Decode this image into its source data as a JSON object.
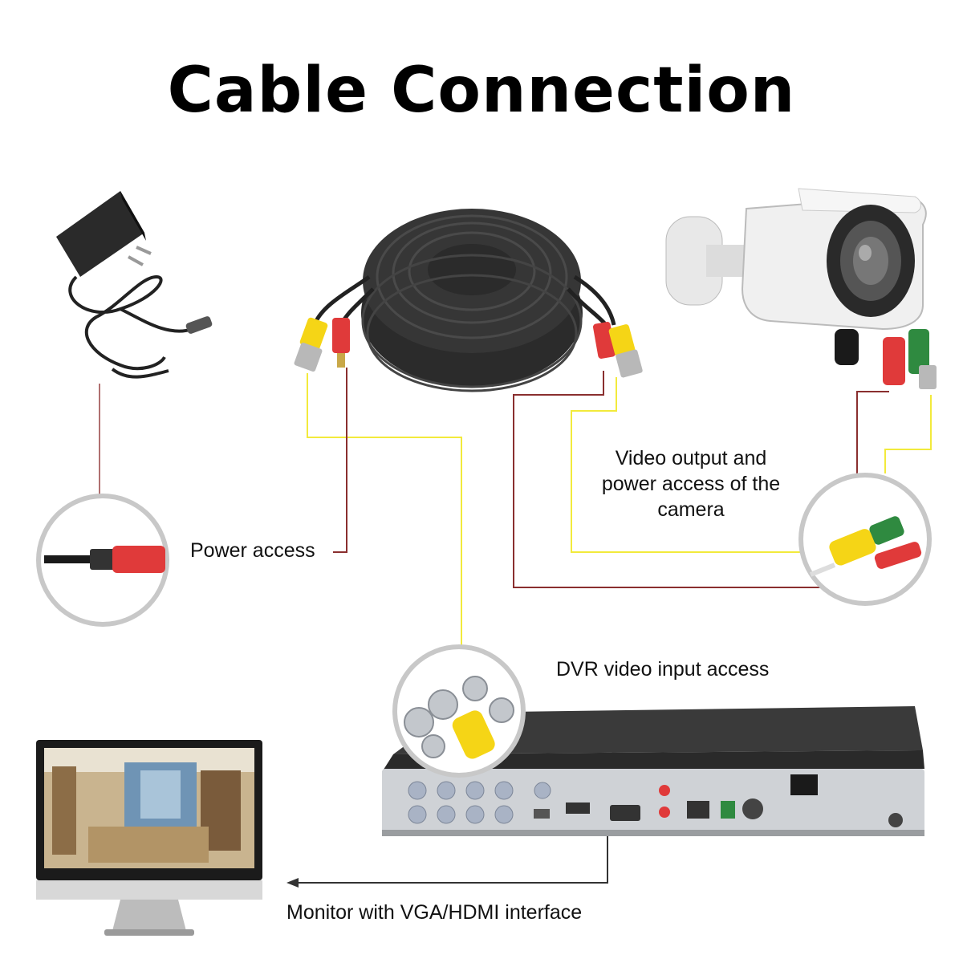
{
  "title": "Cable Connection",
  "labels": {
    "power_access": "Power access",
    "video_output": "Video output and power access of the camera",
    "dvr_input": "DVR video input access",
    "monitor": "Monitor with VGA/HDMI interface"
  },
  "colors": {
    "video_line": "#f2ea3c",
    "power_line": "#8a2f2f",
    "adapter_line": "#b07070",
    "cable": "#2b2b2b",
    "bnc_yellow": "#f5d516",
    "power_red": "#e03a3a",
    "dvr_body": "#3a3a3a",
    "dvr_front": "#cfd2d6"
  }
}
